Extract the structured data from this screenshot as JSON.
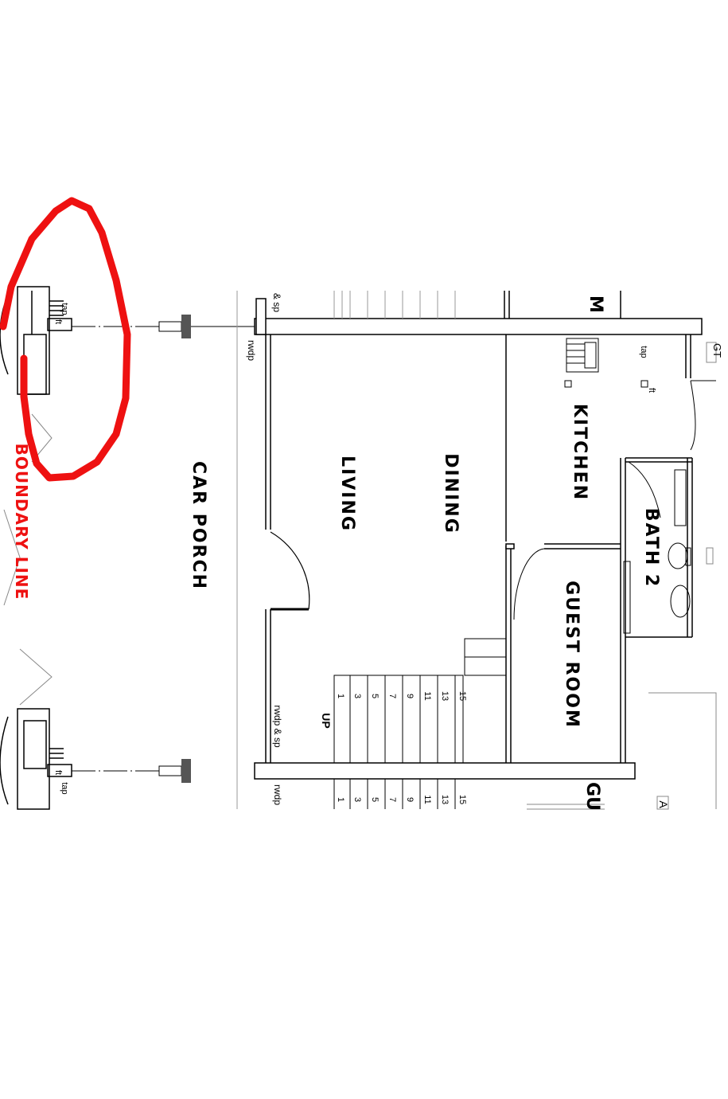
{
  "rooms": {
    "car_porch": "CAR PORCH",
    "living": "LIVING",
    "dining": "DINING",
    "kitchen": "KITCHEN",
    "bath2": "BATH 2",
    "guest_room": "GUEST ROOM",
    "partial_top": "M",
    "partial_bottom": "GU"
  },
  "boundary_label": "BOUNDARY LINE",
  "notes": {
    "rwdp": "rwdp",
    "rwdp_sp": "rwdp & sp",
    "sp_fragment": "& sp",
    "tap": "tap",
    "ft": "ft",
    "gt": "GT",
    "up": "UP",
    "a": "A"
  },
  "stair_numbers": [
    "1",
    "3",
    "5",
    "7",
    "9",
    "11",
    "13",
    "15"
  ],
  "colors": {
    "annotation": "#ee1111",
    "ink": "#000000",
    "gate": "#555555"
  }
}
